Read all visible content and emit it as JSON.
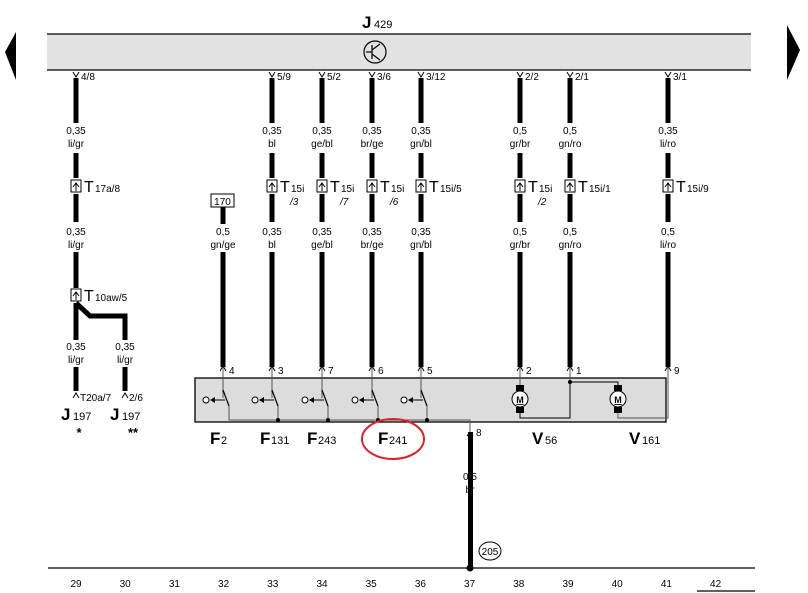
{
  "title": "J429",
  "nav": {
    "prev_icon": "triangle-left",
    "next_icon": "triangle-right"
  },
  "control_unit": {
    "name": "J",
    "sub": "429",
    "symbol": "transistor-icon",
    "pins": [
      {
        "id": "p48",
        "label": "4/8"
      },
      {
        "id": "p59",
        "label": "5/9"
      },
      {
        "id": "p52",
        "label": "5/2"
      },
      {
        "id": "p36",
        "label": "3/6"
      },
      {
        "id": "p312",
        "label": "3/12"
      },
      {
        "id": "p22",
        "label": "2/2"
      },
      {
        "id": "p21",
        "label": "2/1"
      },
      {
        "id": "p31",
        "label": "3/1"
      }
    ]
  },
  "wires_upper": [
    {
      "size": "0,35",
      "color": "li/gr"
    },
    {
      "size": "0,35",
      "color": "bl"
    },
    {
      "size": "0,35",
      "color": "ge/bl"
    },
    {
      "size": "0,35",
      "color": "br/ge"
    },
    {
      "size": "0,35",
      "color": "gn/bl"
    },
    {
      "size": "0,5",
      "color": "gr/br"
    },
    {
      "size": "0,5",
      "color": "gn/ro"
    },
    {
      "size": "0,35",
      "color": "li/ro"
    }
  ],
  "connectors": [
    {
      "main": "T",
      "sub": "17a/8",
      "sub2": ""
    },
    {
      "main": "T",
      "sub": "15i",
      "sub2": "/3"
    },
    {
      "main": "T",
      "sub": "15i",
      "sub2": "/7"
    },
    {
      "main": "T",
      "sub": "15i",
      "sub2": "/6"
    },
    {
      "main": "T",
      "sub": "15i/5",
      "sub2": ""
    },
    {
      "main": "T",
      "sub": "15i",
      "sub2": "/2"
    },
    {
      "main": "T",
      "sub": "15i/1",
      "sub2": ""
    },
    {
      "main": "T",
      "sub": "15i/9",
      "sub2": ""
    }
  ],
  "ref_box": "170",
  "wires_lower": [
    {
      "size": "0,35",
      "color": "li/gr"
    },
    {
      "size": "0,5",
      "color": "gn/ge"
    },
    {
      "size": "0,35",
      "color": "bl"
    },
    {
      "size": "0,35",
      "color": "ge/bl"
    },
    {
      "size": "0,35",
      "color": "br/ge"
    },
    {
      "size": "0,35",
      "color": "gn/bl"
    },
    {
      "size": "0,5",
      "color": "gr/br"
    },
    {
      "size": "0,5",
      "color": "gn/ro"
    },
    {
      "size": "0,5",
      "color": "li/ro"
    }
  ],
  "connector_t10": {
    "main": "T",
    "sub": "10aw/5"
  },
  "wires_t10": [
    {
      "size": "0,35",
      "color": "li/gr"
    },
    {
      "size": "0,35",
      "color": "li/gr"
    }
  ],
  "j197": [
    {
      "pin": "T20a/7",
      "name": "J",
      "sub": "197",
      "mark": "*"
    },
    {
      "pin": "2/6",
      "name": "J",
      "sub": "197",
      "mark": "**"
    }
  ],
  "module_pins": [
    "4",
    "3",
    "7",
    "6",
    "5",
    "2",
    "1",
    "9",
    "8"
  ],
  "components": [
    {
      "name": "F",
      "sub": "2"
    },
    {
      "name": "F",
      "sub": "131"
    },
    {
      "name": "F",
      "sub": "243"
    },
    {
      "name": "F",
      "sub": "241",
      "highlighted": true
    },
    {
      "name": "V",
      "sub": "56"
    },
    {
      "name": "V",
      "sub": "161"
    }
  ],
  "motor_label": "M",
  "ground_wire": {
    "size": "0,5",
    "color": "br"
  },
  "ground_ref": "205",
  "tracks": [
    "29",
    "30",
    "31",
    "32",
    "33",
    "34",
    "35",
    "36",
    "37",
    "38",
    "39",
    "40",
    "41",
    "42"
  ],
  "colors": {
    "bar_fill": "#e2e2e2",
    "module_fill": "#dcdcdc",
    "highlight": "#e0202a",
    "wire": "#000000"
  }
}
